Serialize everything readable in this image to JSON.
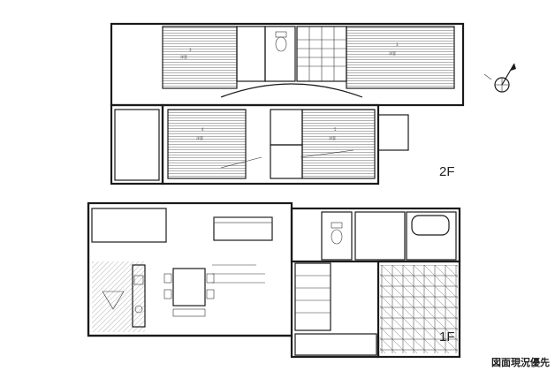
{
  "floors": {
    "second": {
      "label": "2F"
    },
    "first": {
      "label": "1F"
    }
  },
  "caption": "図面現況優先",
  "icons": {
    "compass": "compass-north-icon"
  }
}
